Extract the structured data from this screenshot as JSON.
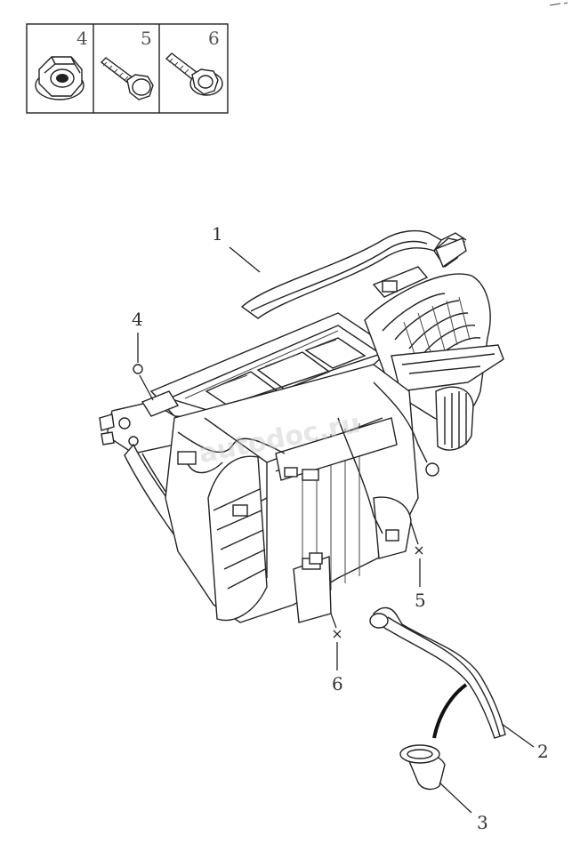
{
  "legend": {
    "items": [
      {
        "number": "4",
        "icon": "flange-nut-icon"
      },
      {
        "number": "5",
        "icon": "hex-bolt-icon"
      },
      {
        "number": "6",
        "icon": "flange-bolt-icon"
      }
    ]
  },
  "callouts": [
    {
      "number": "1",
      "part": "heater-ac-unit"
    },
    {
      "number": "2",
      "part": "drain-hose"
    },
    {
      "number": "3",
      "part": "drain-valve"
    },
    {
      "number": "4",
      "part": "flange-nut"
    },
    {
      "number": "5",
      "part": "hex-bolt"
    },
    {
      "number": "6",
      "part": "flange-bolt"
    }
  ],
  "watermark": "autodoc.ru",
  "colors": {
    "line": "#222222",
    "background": "#ffffff",
    "legend_numbers": "#555555"
  }
}
